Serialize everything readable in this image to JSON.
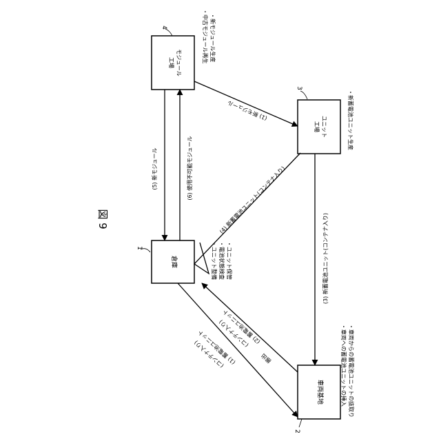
{
  "figure": {
    "label": "図 9"
  },
  "nodes": {
    "warehouse": {
      "number": "1",
      "title": "倉庫"
    },
    "vehicle_base": {
      "number": "2",
      "title": "車両基地"
    },
    "unit_factory": {
      "number": "3",
      "title_line1": "ユニット",
      "title_line2": "工場"
    },
    "module_factory": {
      "number": "4",
      "title_line1": "モジュール",
      "title_line2": "工場"
    }
  },
  "notes": {
    "module_factory": [
      "・新モジュール生産",
      "・中古モジュール再生"
    ],
    "unit_factory": [
      "・新蓄電池ユニット生産"
    ],
    "warehouse": [
      "・ユニット保管",
      "・電池状態検査",
      "・ユニット整備"
    ],
    "vehicle_base": [
      "・車両からの蓄電池ユニットの抜取り",
      "・車両への蓄電池ユニットの挿入"
    ]
  },
  "flows": {
    "f1": "(1) 新モジュール",
    "f3": "(3) 新蓄電池ユニット(コンテナ入り)",
    "f4": "(4) 新蓄電池ユニット(コンテナ入り)",
    "f5": "(5) 新モジュール",
    "f6": "(6) 使用不可能モジュール",
    "f1b_line1": "(1) 蓄電池ユニット",
    "f1b_line2": "(コンテナ入り)",
    "f2_line1": "(2) 蓄電池ユニット",
    "f2_line2": "(コンテナ入り)",
    "to_warehouse": "搬出"
  },
  "colors": {
    "line": "#000000",
    "background": "#ffffff"
  }
}
